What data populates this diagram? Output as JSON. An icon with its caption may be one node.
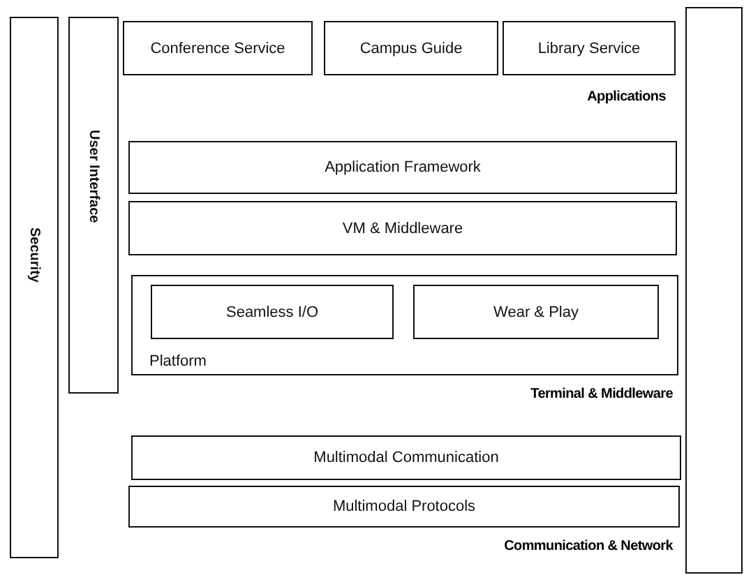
{
  "diagram": {
    "nodes": [
      {
        "text": [
          "Security"
        ]
      },
      {
        "text": [
          "User Interface"
        ]
      },
      {
        "text": [
          "Conference Service"
        ]
      },
      {
        "text": [
          "Campus Guide"
        ]
      },
      {
        "text": [
          "Library Service"
        ]
      },
      {
        "text": [
          "Application Framework"
        ]
      },
      {
        "text": [
          "VM & Middleware"
        ]
      },
      {
        "text": [
          "Platform"
        ]
      },
      {
        "text": [
          "Seamless I/O"
        ],
        "in": 7
      },
      {
        "text": [
          "Wear & Play"
        ],
        "in": 7
      },
      {
        "text": [
          "Multimodal Communication"
        ]
      },
      {
        "text": [
          "Multimodal Protocols"
        ]
      },
      {
        "text": [],
        "shape": "box"
      }
    ],
    "edges": [],
    "labels": [
      "Applications",
      "Terminal & Middleware",
      "Communication & Network"
    ]
  }
}
